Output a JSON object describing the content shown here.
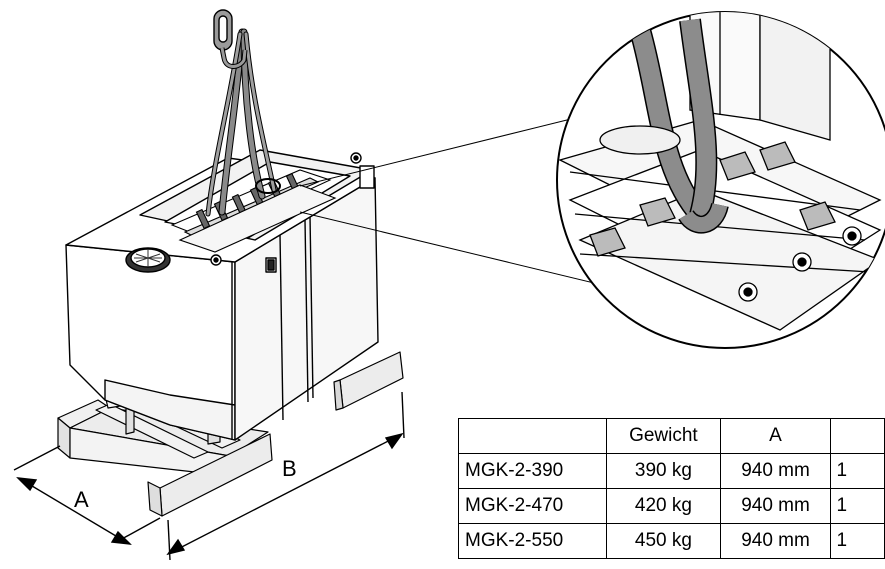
{
  "dimension_labels": {
    "a": "A",
    "b": "B"
  },
  "table": {
    "headers": [
      "",
      "Gewicht",
      "A",
      ""
    ],
    "rows": [
      [
        "MGK-2-390",
        "390 kg",
        "940 mm",
        "1"
      ],
      [
        "MGK-2-470",
        "420 kg",
        "940 mm",
        "1"
      ],
      [
        "MGK-2-550",
        "450 kg",
        "940 mm",
        "1"
      ]
    ]
  }
}
